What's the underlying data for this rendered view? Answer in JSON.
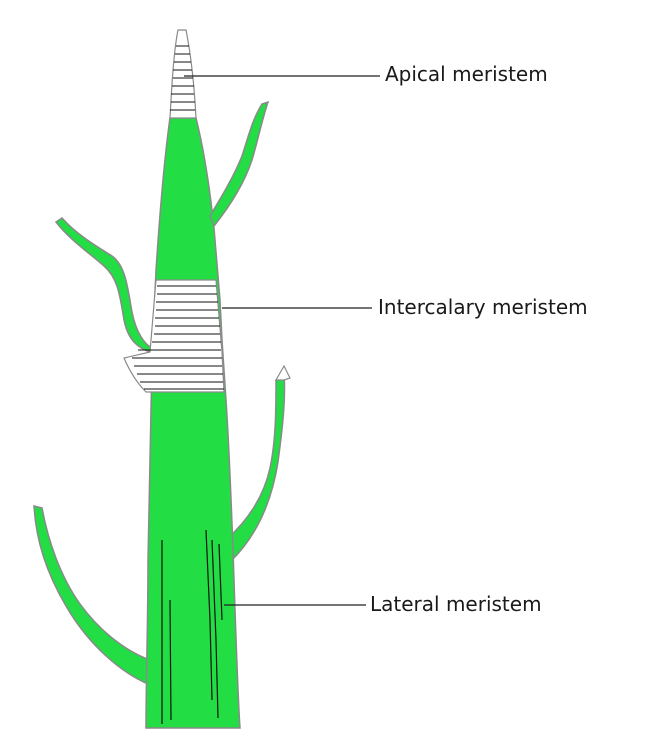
{
  "diagram": {
    "labels": {
      "apical": "Apical meristem",
      "intercalary": "Intercalary meristem",
      "lateral": "Lateral meristem"
    },
    "colors": {
      "tissue_fill": "#22dd44",
      "outline": "#8a8a8a",
      "meristem_fill": "#ffffff",
      "band_lines": "#111111",
      "leader_line": "#222222"
    }
  }
}
